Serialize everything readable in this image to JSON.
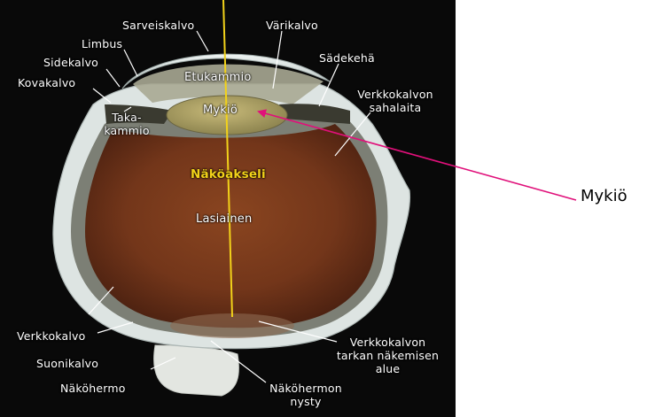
{
  "labels": {
    "sarveiskalvo": "Sarveiskalvo",
    "varikalvo": "Värikalvo",
    "limbus": "Limbus",
    "sidekalvo": "Sidekalvo",
    "sadekeha": "Sädekehä",
    "kovakalvo": "Kovakalvo",
    "etukammio": "Etukammio",
    "verkkokalvon_sahalaita_1": "Verkkokalvon",
    "verkkokalvon_sahalaita_2": "sahalaita",
    "takakammio_1": "Taka-",
    "takakammio_2": "kammio",
    "mykio": "Mykiö",
    "nakoakseli": "Näköakseli",
    "lasiainen": "Lasiainen",
    "verkkokalvo": "Verkkokalvo",
    "suonikalvo": "Suonikalvo",
    "nakohermo": "Näköhermo",
    "tarkan_alue_1": "Verkkokalvon",
    "tarkan_alue_2": "tarkan näkemisen",
    "tarkan_alue_3": "alue",
    "nakohermon_nysty_1": "Näköhermon",
    "nakohermon_nysty_2": "nysty"
  },
  "callout": {
    "label": "Mykiö"
  },
  "colors": {
    "background": "#090909",
    "axis_line": "#f2d21a",
    "callout_arrow": "#e0107a",
    "sclera": "#dfe6e4",
    "vitreous": "#7a3a1c"
  }
}
